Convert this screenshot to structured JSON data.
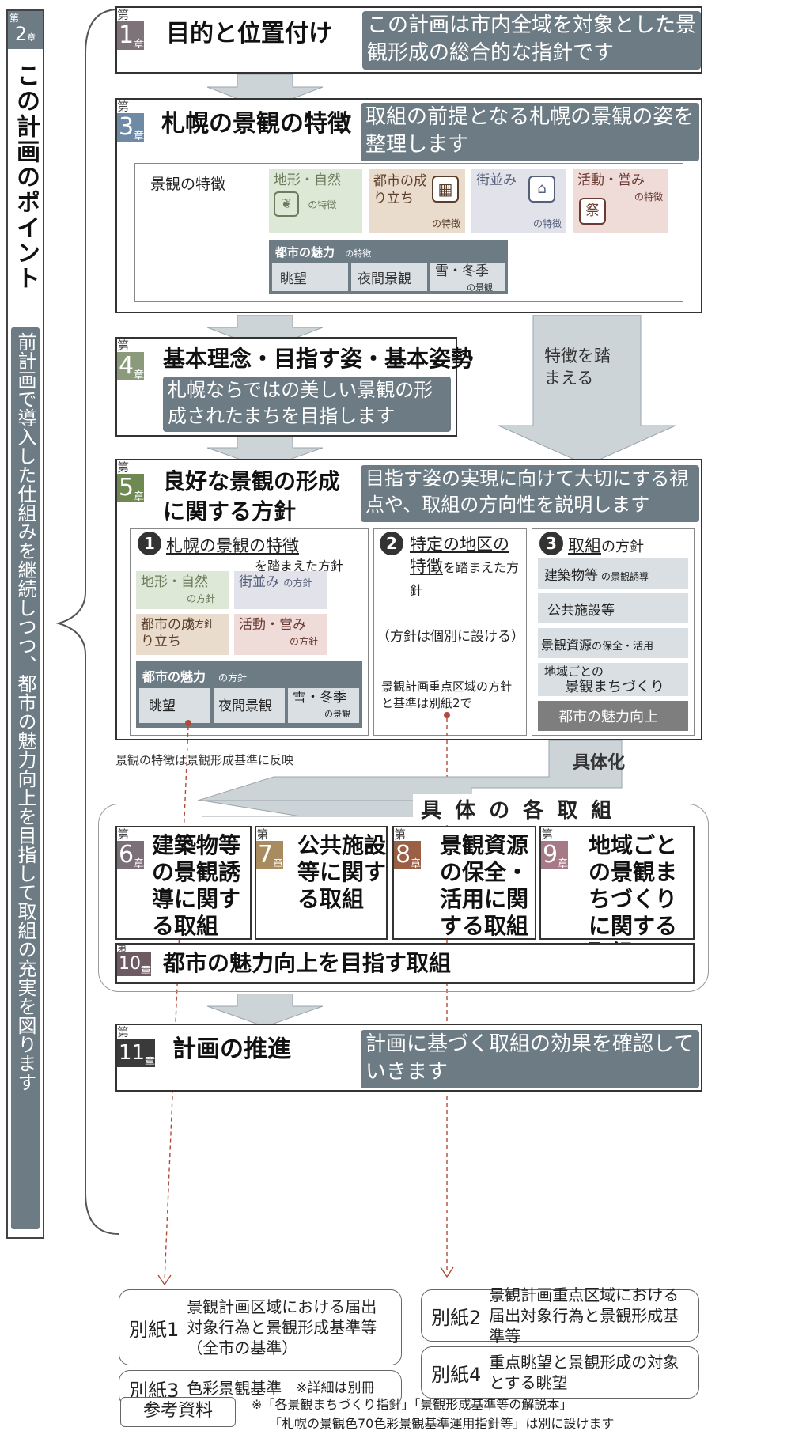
{
  "side": {
    "chapter_top": "第",
    "chapter_num": "2",
    "chapter_sho": "章",
    "title": "この計画のポイント",
    "note": "前計画で導入した仕組みを継続しつつ、都市の魅力向上を目指して取組の充実を図ります"
  },
  "chapters": {
    "c1": {
      "dai": "第",
      "num": "1",
      "sho": "章",
      "title": "目的と位置付け",
      "note": "この計画は市内全域を対象とした景観形成の総合的な指針です"
    },
    "c3": {
      "dai": "第",
      "num": "3",
      "sho": "章",
      "title": "札幌の景観の特徴",
      "note": "取組の前提となる札幌の景観の姿を整理します"
    },
    "c4": {
      "dai": "第",
      "num": "4",
      "sho": "章",
      "title": "基本理念・目指す姿・基本姿勢",
      "note": "札幌ならではの美しい景観の形成されたまちを目指します"
    },
    "c5": {
      "dai": "第",
      "num": "5",
      "sho": "章",
      "title": "良好な景観の形成に関する方針",
      "note": "目指す姿の実現に向けて大切にする視点や、取組の方向性を説明します"
    },
    "c6": {
      "dai": "第",
      "num": "6",
      "sho": "章",
      "title": "建築物等の景観誘導に関する取組"
    },
    "c7": {
      "dai": "第",
      "num": "7",
      "sho": "章",
      "title": "公共施設等に関する取組"
    },
    "c8": {
      "dai": "第",
      "num": "8",
      "sho": "章",
      "title": "景観資源の保全・活用に関する取組"
    },
    "c9": {
      "dai": "第",
      "num": "9",
      "sho": "章",
      "title": "地域ごとの景観まちづくりに関する取組"
    },
    "c10": {
      "dai": "第",
      "num": "10",
      "sho": "章",
      "title": "都市の魅力向上を目指す取組"
    },
    "c11": {
      "dai": "第",
      "num": "11",
      "sho": "章",
      "title": "計画の推進",
      "note": "計画に基づく取組の効果を確認していきます"
    }
  },
  "features": {
    "label": "景観の特徴",
    "t1": "地形・自然",
    "t1s": "の特徴",
    "t2": "都市の成り立ち",
    "t2s": "の特徴",
    "t3": "街並み",
    "t3s": "の特徴",
    "t4": "活動・営み",
    "t4s": "の特徴",
    "charm": "都市の魅力",
    "charm_s": "の特徴",
    "c1": "眺望",
    "c2": "夜間景観",
    "c3": "雪・冬季",
    "c3s": "の景観"
  },
  "side_arrow": "特徴を踏まえる",
  "policy": {
    "p1_num": "1",
    "p1_title": "札幌の景観の特徴",
    "p1_sub": "を踏まえた方針",
    "p1_t1": "地形・自然",
    "p1_t1s": "の方針",
    "p1_t2": "街並み",
    "p1_t2s": "の方針",
    "p1_t3": "都市の成り立ち",
    "p1_t3s": "の方針",
    "p1_t4": "活動・営み",
    "p1_t4s": "の方針",
    "p1_charm": "都市の魅力",
    "p1_charm_s": "の方針",
    "p1_c1": "眺望",
    "p1_c2": "夜間景観",
    "p1_c3": "雪・冬季",
    "p1_c3s": "の景観",
    "p2_num": "2",
    "p2_title": "特定の地区の特徴",
    "p2_sub": "を踏まえた方針",
    "p2_note": "（方針は個別に設ける）",
    "p2_ref": "景観計画重点区域の方針と基準は別紙2で",
    "p3_num": "3",
    "p3_title": "取組",
    "p3_sub": "の方針",
    "p3_i1": "建築物等",
    "p3_i1s": "の景観誘導",
    "p3_i2": "公共施設等",
    "p3_i3": "景観資源",
    "p3_i3s": "の保全・活用",
    "p3_i4a": "地域ごとの",
    "p3_i4b": "景観まちづくり",
    "p3_i5": "都市の魅力向上"
  },
  "reflect_note": "景観の特徴は景観形成基準に反映",
  "concrete": "具体化",
  "each_action": "具 体 の 各 取 組",
  "refs": {
    "b1_label": "別紙1",
    "b1_text": "景観計画区域における届出対象行為と景観形成基準等（全市の基準）",
    "b2_label": "別紙2",
    "b2_text": "景観計画重点区域における届出対象行為と景観形成基準等",
    "b3_label": "別紙3",
    "b3_text": "色彩景観基準",
    "b3_note": "※詳細は別冊",
    "b4_label": "別紙4",
    "b4_text": "重点眺望と景観形成の対象とする眺望",
    "ref_label": "参考資料",
    "ref_note1": "※「各景観まちづくり指針」「景観形成基準等の解説本」",
    "ref_note2": "「札幌の景観色70色彩景観基準運用指針等」は別に設けます"
  },
  "colors": {
    "c1": "#7d7379",
    "c3": "#6f8aa5",
    "c4": "#8a9a7a",
    "c5": "#6e8a50",
    "c6": "#7b6f78",
    "c7": "#a88b5e",
    "c8": "#9a5f45",
    "c9": "#a57a86",
    "c10": "#6e5a62",
    "c11": "#3a3a3a",
    "note": "#6c7b84",
    "green_bg": "#dde8d6",
    "tan_bg": "#eadccc",
    "blue_bg": "#e2e3ea",
    "pink_bg": "#efdcd8",
    "grey_bg": "#d9dfe3"
  }
}
